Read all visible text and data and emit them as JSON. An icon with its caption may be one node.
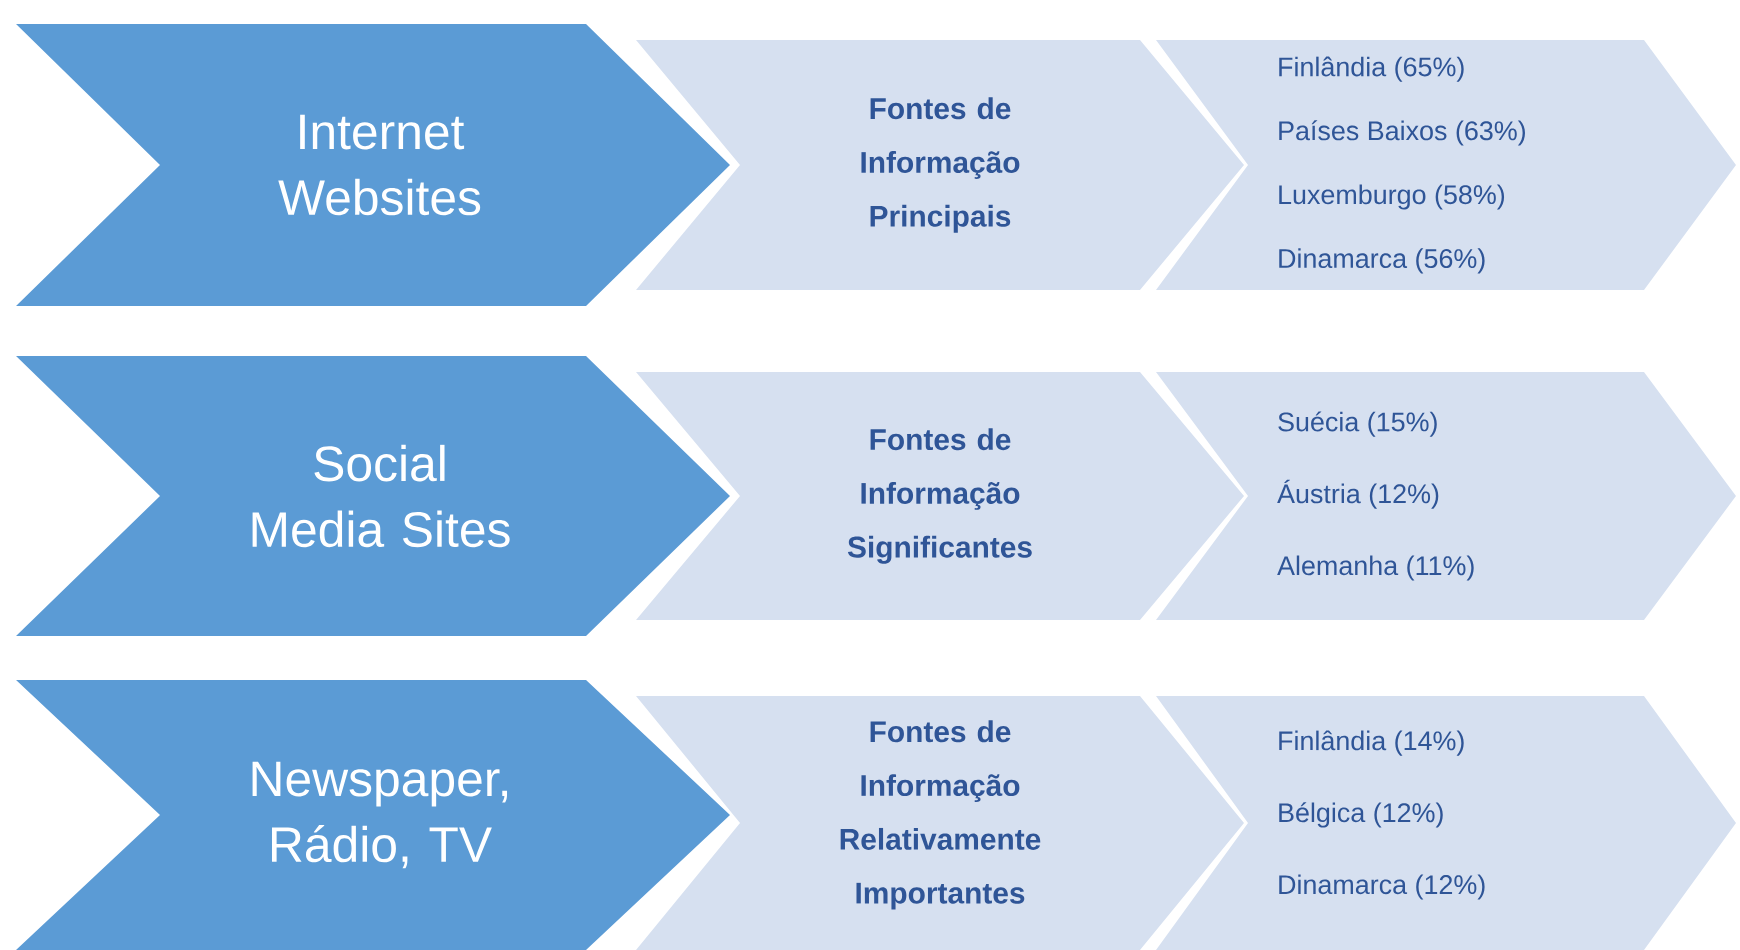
{
  "diagram": {
    "nodes": [
      {
        "text": [
          "Internet Websites"
        ]
      },
      {
        "text": [
          "Fontes de Informação Principais"
        ]
      },
      {
        "text": [
          "Finlândia (65%)",
          "Países Baixos (63%)",
          "Luxemburgo (58%)",
          "Dinamarca (56%)"
        ]
      },
      {
        "text": [
          "Social Media Sites"
        ]
      },
      {
        "text": [
          "Fontes de Informação Significantes"
        ]
      },
      {
        "text": [
          "Suécia (15%)",
          "Áustria (12%)",
          "Alemanha (11%)"
        ]
      },
      {
        "text": [
          "Newspaper, Rádio, TV"
        ]
      },
      {
        "text": [
          "Fontes de Informação Relativamente Importantes"
        ]
      },
      {
        "text": [
          "Finlândia (14%)",
          "Bélgica (12%)",
          "Dinamarca (12%)"
        ]
      }
    ]
  }
}
